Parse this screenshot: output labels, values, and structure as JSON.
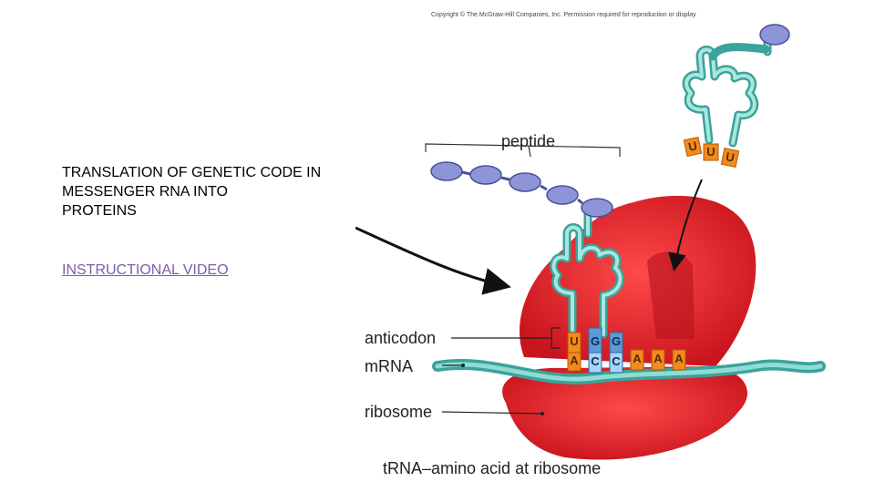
{
  "slide": {
    "title_lines": [
      "TRANSLATION OF GENETIC CODE IN",
      "MESSENGER RNA INTO",
      "PROTEINS"
    ],
    "link_label": "INSTRUCTIONAL VIDEO"
  },
  "figure": {
    "copyright": "Copyright © The McGraw-Hill Companies, Inc. Permission required for reproduction or display",
    "labels": {
      "peptide": "peptide",
      "anticodon": "anticodon",
      "mrna": "mRNA",
      "ribosome": "ribosome",
      "caption": "tRNA–amino acid at ribosome"
    },
    "anticodon_bases": [
      "U",
      "G",
      "G"
    ],
    "codon_bases": [
      "A",
      "C",
      "C"
    ],
    "next_codon_bases": [
      "A",
      "A",
      "A"
    ],
    "incoming_anticodon_bases": [
      "U",
      "U",
      "U"
    ],
    "colors": {
      "ribosome": "#e0262f",
      "trna": "#7ccfc6",
      "amino_acid": "#8d95d6",
      "base_orange": "#f28a1e",
      "base_blue": "#5b9bd5",
      "link": "#7b5ea7"
    }
  }
}
